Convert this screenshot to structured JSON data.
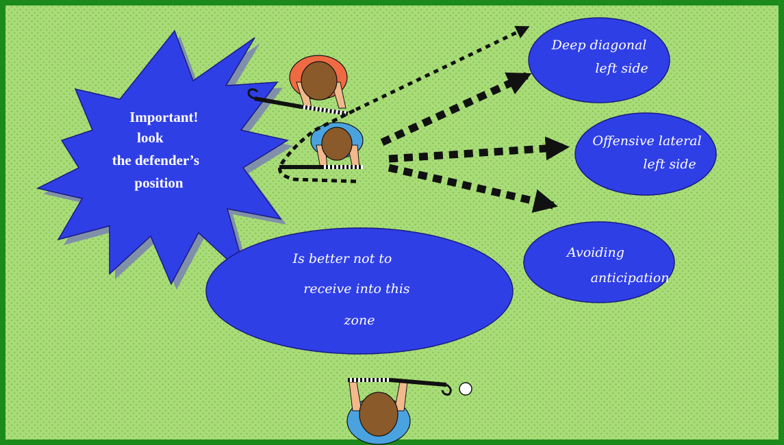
{
  "callout": {
    "lines": [
      "Important!",
      "look",
      "the defender’s",
      "position"
    ]
  },
  "bubbles": {
    "deep_diagonal": [
      "Deep diagonal",
      "left side"
    ],
    "offensive_lateral": [
      "Offensive lateral",
      "left side"
    ],
    "avoiding": [
      "Avoiding",
      "anticipation"
    ],
    "zone": [
      "Is better not to",
      "receive into this",
      "zone"
    ]
  },
  "colors": {
    "field": "#a9dc79",
    "field_border": "#1b8a1b",
    "bubble": "#2f3fe6",
    "attacker_shirt": "#4aa3df",
    "defender_shirt": "#ef6a43",
    "head": "#8a5a2b",
    "skin": "#f2b98d",
    "arrow": "#111111"
  }
}
